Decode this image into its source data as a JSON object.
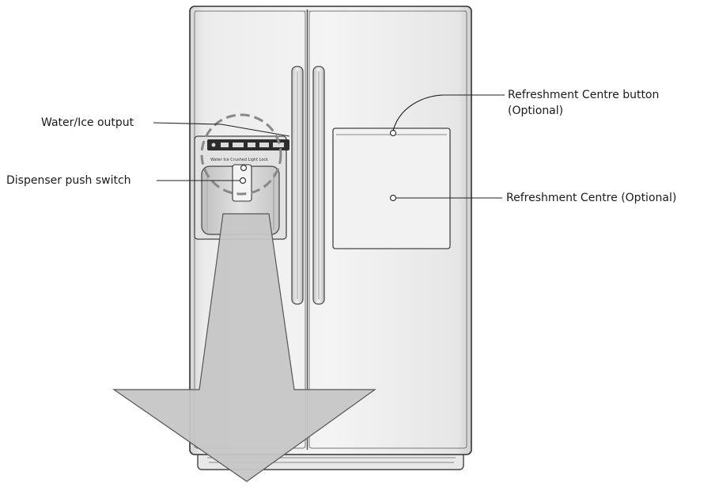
{
  "labels": {
    "water_ice_output": "Water/Ice output",
    "dispenser_push_switch": "Dispenser push switch",
    "refreshment_centre_button": "Refreshment Centre button",
    "refreshment_centre_button_optional": "(Optional)",
    "refreshment_centre": "Refreshment Centre (Optional)"
  },
  "dispenser_display_text": "Water  Ice  Crushed  Light  Lock"
}
